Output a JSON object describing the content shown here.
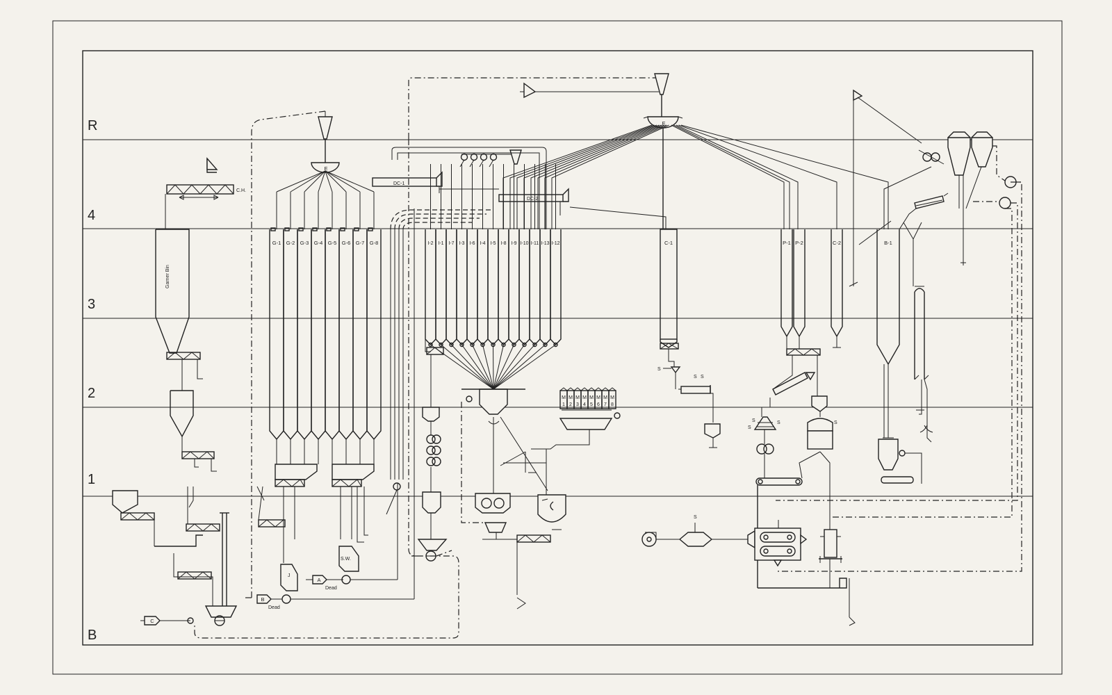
{
  "floors": [
    "R",
    "4",
    "3",
    "2",
    "1",
    "B"
  ],
  "elevators": [
    "E",
    "E"
  ],
  "conveyors": {
    "dc1": "DC-1",
    "dc2": "DC-2",
    "ch": "C.H."
  },
  "garner_bin": "Garner Bin",
  "g_bins": [
    "G-1",
    "G-2",
    "G-3",
    "G-4",
    "G-5",
    "G-6",
    "G-7",
    "G-8"
  ],
  "i_bins": [
    "I-2",
    "I-1",
    "I-7",
    "I-3",
    "I-6",
    "I-4",
    "I-5",
    "I-8",
    "I-9",
    "I-10",
    "I-11",
    "I-13",
    "I-12"
  ],
  "c_bins": [
    "C-1",
    "C-2"
  ],
  "p_bins": [
    "P-1",
    "P-2"
  ],
  "b_bin": "B-1",
  "mix_bins": [
    {
      "top": "M",
      "num": "1"
    },
    {
      "top": "M",
      "num": "2"
    },
    {
      "top": "M",
      "num": "3"
    },
    {
      "top": "M",
      "num": "4"
    },
    {
      "top": "M",
      "num": "5"
    },
    {
      "top": "M",
      "num": "6"
    },
    {
      "top": "M",
      "num": "7"
    },
    {
      "top": "M",
      "num": "8"
    }
  ],
  "fans": [
    "A",
    "B",
    "C"
  ],
  "dead_labels": [
    "Dead",
    "Dead"
  ],
  "equipment": {
    "j": "J",
    "sw": "S.W."
  },
  "s_marks": [
    "S",
    "S",
    "S",
    "S",
    "S",
    "S",
    "S",
    "S"
  ]
}
